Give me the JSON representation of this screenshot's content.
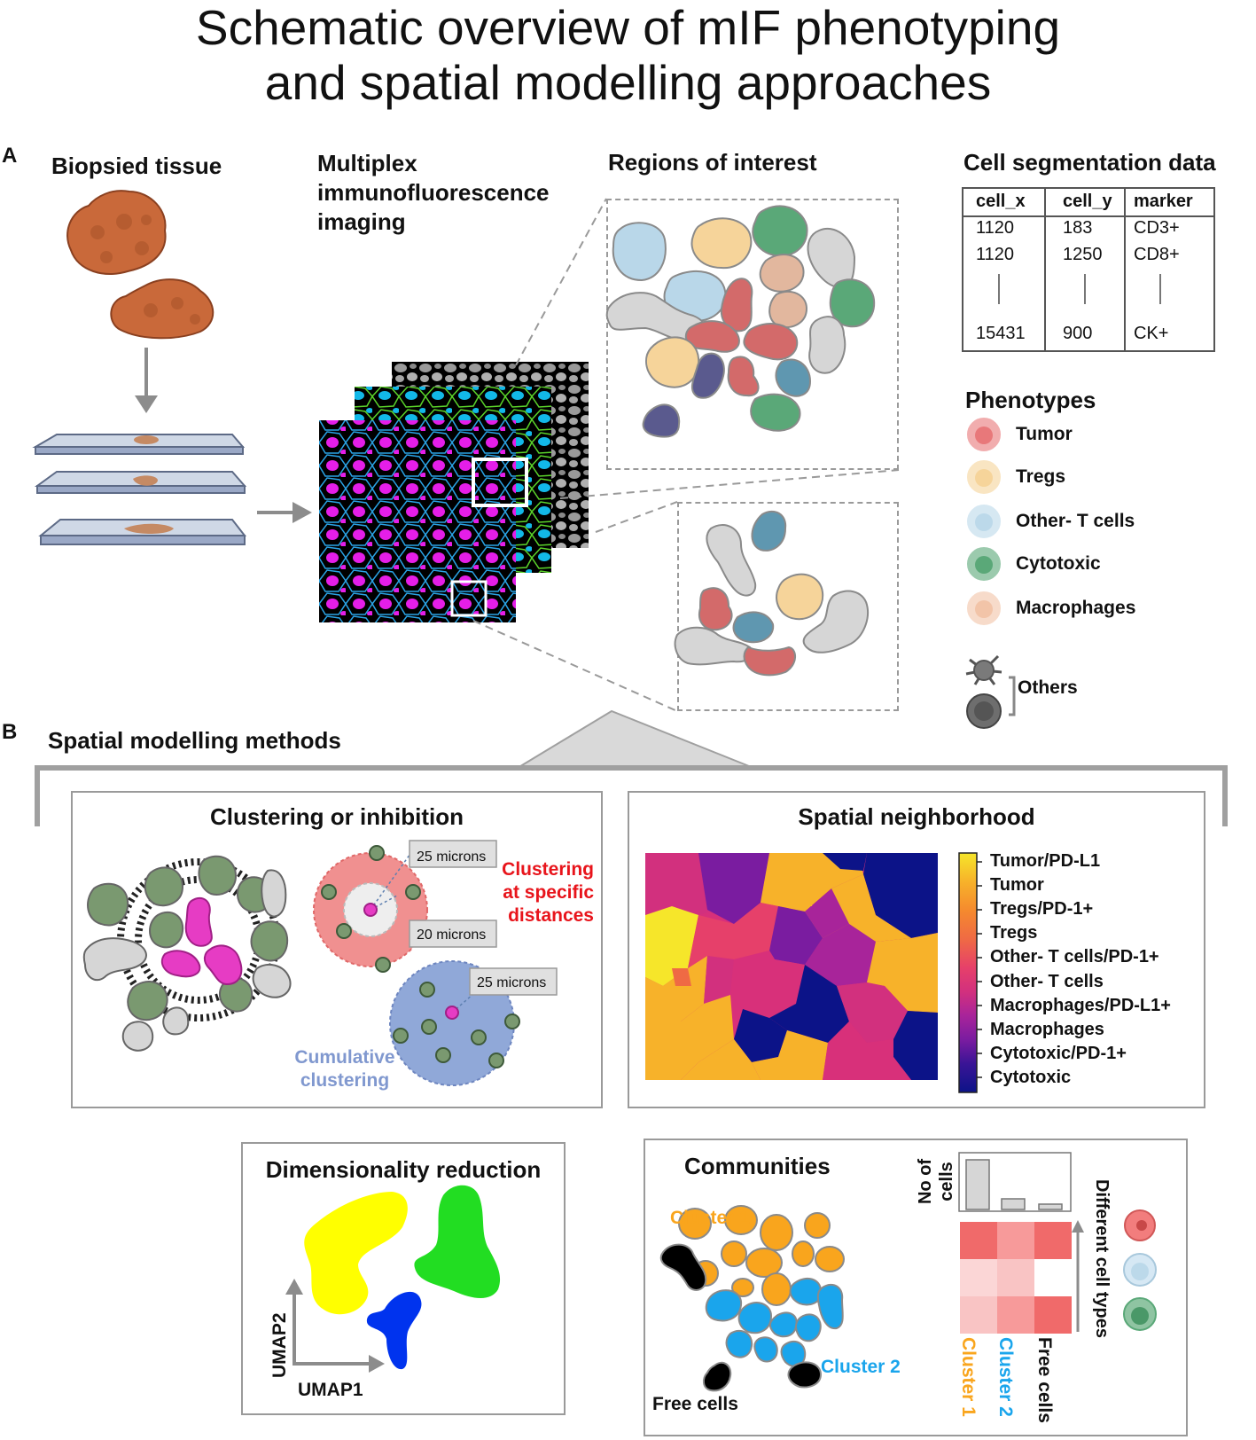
{
  "title_line1": "Schematic overview of mIF phenotyping",
  "title_line2": "and spatial modelling approaches",
  "panel_a": {
    "letter": "A",
    "biopsied_tissue": "Biopsied tissue",
    "mif_line1": "Multiplex",
    "mif_line2": "immunofluorescence",
    "mif_line3": "imaging",
    "roi": "Regions of interest",
    "cell_seg": "Cell segmentation data",
    "table": {
      "headers": [
        "cell_x",
        "cell_y",
        "marker"
      ],
      "rows": [
        [
          "1120",
          "183",
          "CD3+"
        ],
        [
          "1120",
          "1250",
          "CD8+"
        ],
        [
          "15431",
          "900",
          "CK+"
        ]
      ]
    },
    "phenotypes_title": "Phenotypes",
    "phenotypes": [
      {
        "label": "Tumor",
        "color": "#e8787a"
      },
      {
        "label": "Tregs",
        "color": "#f6d49a"
      },
      {
        "label": "Other- T cells",
        "color": "#bcd9ea"
      },
      {
        "label": "Cytotoxic",
        "color": "#5aa878"
      },
      {
        "label": "Macrophages",
        "color": "#f2c4a8"
      }
    ],
    "others": "Others"
  },
  "panel_b": {
    "letter": "B",
    "heading": "Spatial modelling methods",
    "clustering": {
      "title": "Clustering or inhibition",
      "m25a": "25 microns",
      "m20": "20 microns",
      "m25b": "25 microns",
      "specific1": "Clustering",
      "specific2": "at specific",
      "specific3": "distances",
      "cumulative1": "Cumulative",
      "cumulative2": "clustering"
    },
    "neighborhood": {
      "title": "Spatial neighborhood",
      "legend": [
        {
          "label": "Tumor/PD-L1",
          "color": "#f6e62a"
        },
        {
          "label": "Tumor",
          "color": "#f7b22a"
        },
        {
          "label": "Tregs/PD-1+",
          "color": "#f58a2e"
        },
        {
          "label": "Tregs",
          "color": "#ef6a44"
        },
        {
          "label": "Other- T cells/PD-1+",
          "color": "#e6406a"
        },
        {
          "label": "Other- T cells",
          "color": "#d2307e"
        },
        {
          "label": "Macrophages/PD-L1+",
          "color": "#a8249a"
        },
        {
          "label": "Macrophages",
          "color": "#7a1ca0"
        },
        {
          "label": "Cytotoxic/PD-1+",
          "color": "#3a1496"
        },
        {
          "label": "Cytotoxic",
          "color": "#0c1388"
        }
      ]
    },
    "dimred": {
      "title": "Dimensionality reduction",
      "umap2": "UMAP2",
      "umap1": "UMAP1"
    },
    "communities": {
      "title": "Communities",
      "cluster1": "Cluster 1",
      "cluster2": "Cluster 2",
      "free": "Free cells",
      "no_of": "No of",
      "cells": "cells",
      "diff_types": "Different cell types",
      "col1": "Cluster 1",
      "col2": "Cluster 2",
      "col3": "Free cells"
    }
  }
}
